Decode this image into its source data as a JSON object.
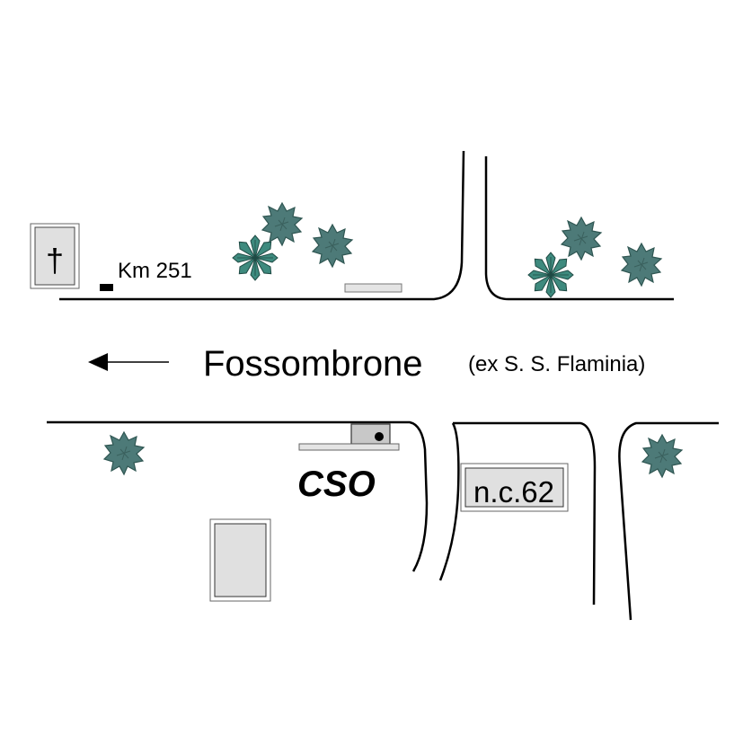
{
  "map": {
    "road_name": "Fossombrone",
    "road_note": "(ex S. S. Flaminia)",
    "km_marker": "Km 251",
    "cso_label": "CSO",
    "house_number": "n.c.62",
    "cross_symbol": "†"
  },
  "colors": {
    "tree_fill": "#4d7a78",
    "tree_dark": "#2f5652",
    "shrub_fill": "#3e8a7e",
    "box_fill": "#e0e0e0",
    "cso_device": "#c8c8c8"
  },
  "icons": {
    "direction": "arrow-left-icon",
    "tree": "tree-icon",
    "shrub": "shrub-icon",
    "cross": "cross-icon"
  }
}
